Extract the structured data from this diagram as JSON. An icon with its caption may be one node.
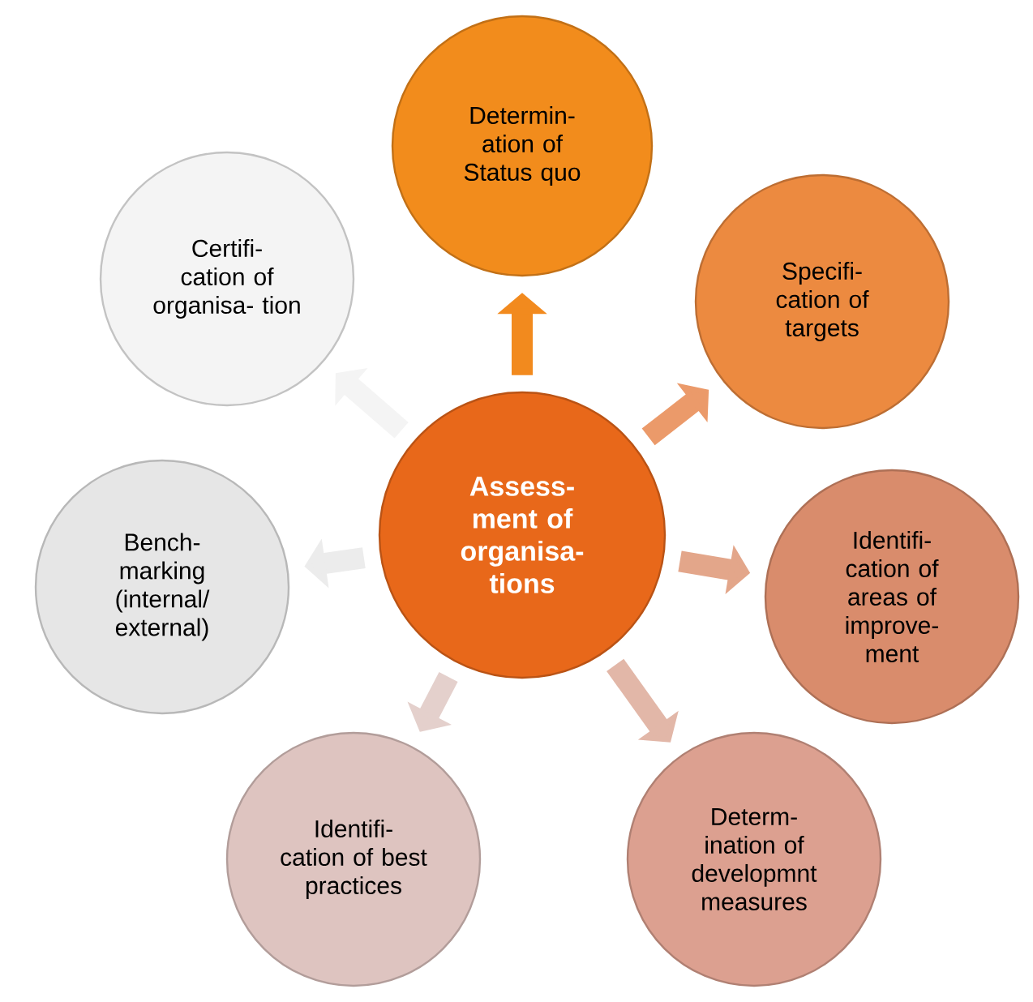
{
  "diagram": {
    "nodes": [
      {
        "text": [
          "Assess- ment of organisa- tions"
        ]
      },
      {
        "text": [
          "Determin- ation of Status quo"
        ]
      },
      {
        "text": [
          "Specifi- cation of targets"
        ]
      },
      {
        "text": [
          "Identifi- cation of areas of improve- ment"
        ]
      },
      {
        "text": [
          "Determ- ination of developmnt measures"
        ]
      },
      {
        "text": [
          "Identifi- cation of best practices"
        ]
      },
      {
        "text": [
          "Bench- marking (internal/ external)"
        ]
      },
      {
        "text": [
          "Certifi- cation of organisa- tion"
        ]
      }
    ],
    "edges": [
      {
        "from": 0,
        "to": 1,
        "arrow": "to",
        "color": "#f28a1e"
      },
      {
        "from": 0,
        "to": 2,
        "arrow": "to",
        "color": "#eb9a6a"
      },
      {
        "from": 0,
        "to": 3,
        "arrow": "to",
        "color": "#e3a68a"
      },
      {
        "from": 0,
        "to": 4,
        "arrow": "to",
        "color": "#e2b7a8"
      },
      {
        "from": 0,
        "to": 5,
        "arrow": "to",
        "color": "#e4d0cc"
      },
      {
        "from": 0,
        "to": 6,
        "arrow": "to",
        "color": "#ececec"
      },
      {
        "from": 0,
        "to": 7,
        "arrow": "to",
        "color": "#f4f4f4"
      }
    ]
  }
}
